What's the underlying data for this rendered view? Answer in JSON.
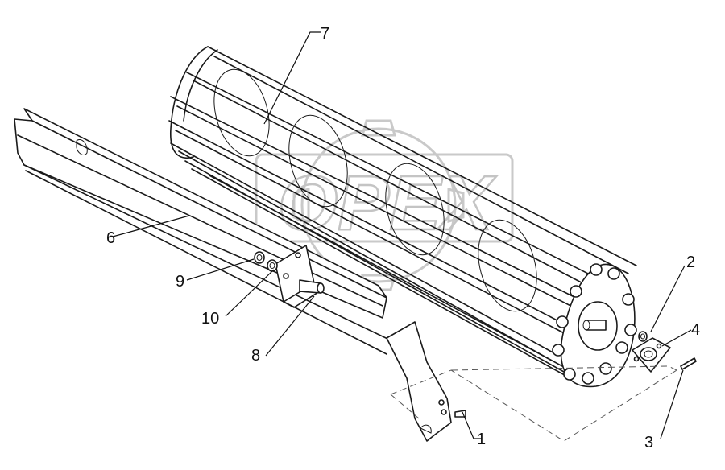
{
  "watermark": {
    "text": "OPEX",
    "icon": "gear-icon"
  },
  "callouts": [
    {
      "id": "1",
      "label": "1"
    },
    {
      "id": "2",
      "label": "2"
    },
    {
      "id": "3",
      "label": "3"
    },
    {
      "id": "4",
      "label": "4"
    },
    {
      "id": "6",
      "label": "6"
    },
    {
      "id": "7",
      "label": "7"
    },
    {
      "id": "8",
      "label": "8"
    },
    {
      "id": "9",
      "label": "9"
    },
    {
      "id": "10",
      "label": "10"
    }
  ]
}
